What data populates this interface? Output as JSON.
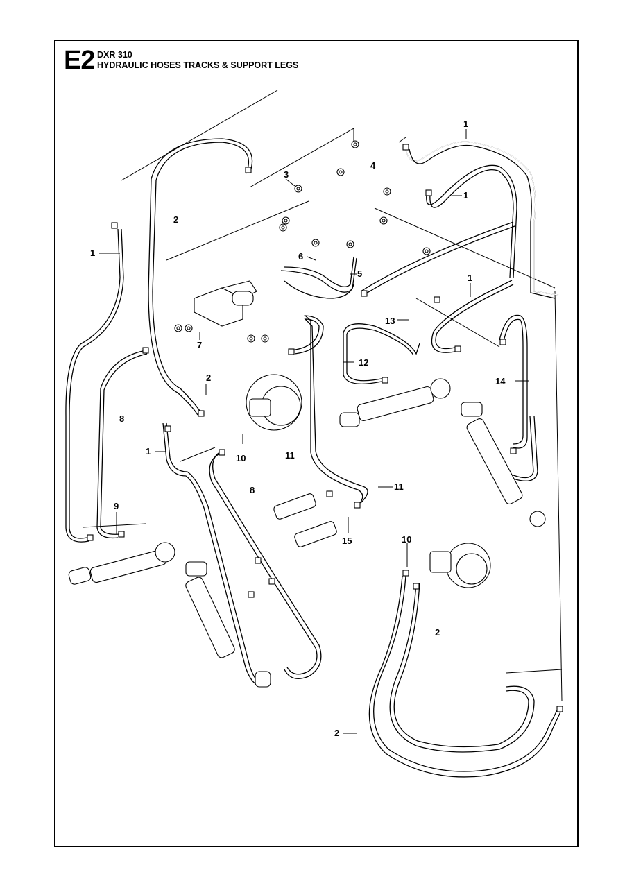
{
  "header": {
    "section_code": "E2",
    "model": "DXR 310",
    "title": "HYDRAULIC HOSES TRACKS & SUPPORT LEGS"
  },
  "callouts": [
    "1",
    "1",
    "1",
    "1",
    "1",
    "2",
    "2",
    "2",
    "2",
    "3",
    "4",
    "5",
    "6",
    "7",
    "8",
    "8",
    "9",
    "10",
    "10",
    "11",
    "11",
    "12",
    "13",
    "14",
    "15"
  ]
}
